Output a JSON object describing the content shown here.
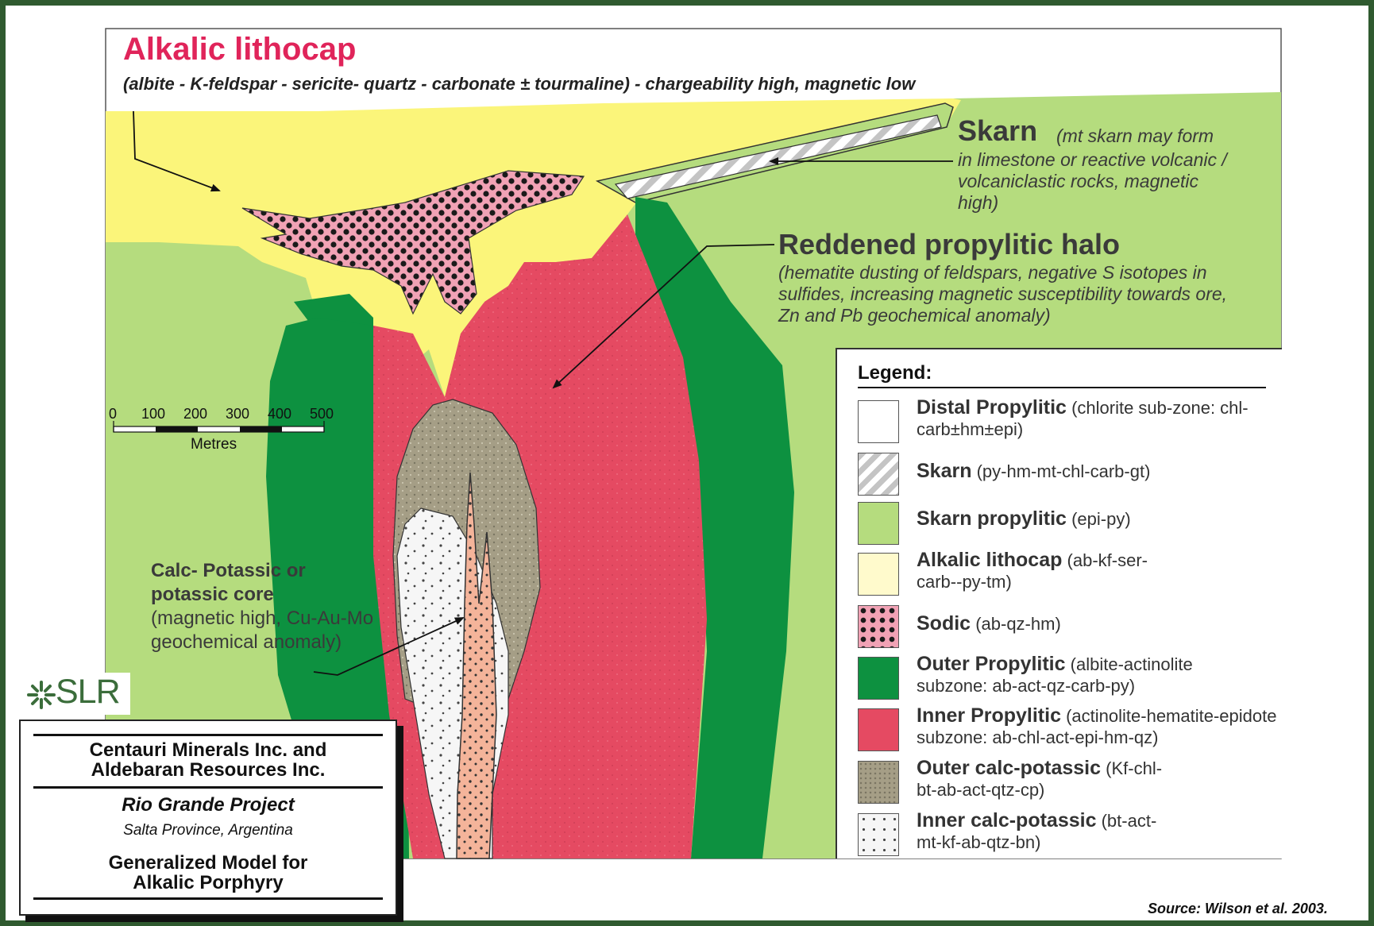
{
  "diagram": {
    "title": "Alkalic lithocap",
    "subtitle": "(albite - K-feldspar - sericite- quartz - carbonate ± tourmaline) - chargeability high, magnetic low",
    "skarn": {
      "title": "Skarn",
      "note_line1": "(mt skarn may form",
      "note_rest": "in limestone or reactive volcanic / volcaniclastic rocks, magnetic high)"
    },
    "halo": {
      "title": "Reddened propylitic halo",
      "note": "(hematite dusting of feldspars, negative S isotopes in sulfides, increasing magnetic susceptibility towards ore, Zn and Pb geochemical anomaly)"
    },
    "core": {
      "title": "Calc- Potassic or potassic core",
      "note": "(magnetic high, Cu-Au-Mo geochemical anomaly)"
    },
    "scale": {
      "ticks": [
        "0",
        "100",
        "200",
        "300",
        "400",
        "500"
      ],
      "unit": "Metres"
    }
  },
  "legend": {
    "title": "Legend:",
    "items": [
      {
        "name": "Distal Propylitic",
        "desc": "(chlorite sub-zone: chl-carb±hm±epi)",
        "swatch": "white"
      },
      {
        "name": "Skarn",
        "desc": "(py-hm-mt-chl-carb-gt)",
        "swatch": "hatch"
      },
      {
        "name": "Skarn propylitic",
        "desc": "(epi-py)",
        "swatch": "#b5dc7e"
      },
      {
        "name": "Alkalic lithocap",
        "desc": "(ab-kf-ser-carb--py-tm)",
        "swatch": "#fffacc"
      },
      {
        "name": "Sodic",
        "desc": "(ab-qz-hm)",
        "swatch": "sodic"
      },
      {
        "name": "Outer Propylitic",
        "desc": "(albite-actinolite subzone: ab-act-qz-carb-py)",
        "swatch": "#0d9140"
      },
      {
        "name": "Inner Propylitic",
        "desc": "(actinolite-hematite-epidote subzone: ab-chl-act-epi-hm-qz)",
        "swatch": "#e54a62"
      },
      {
        "name": "Outer calc-potassic",
        "desc": "(Kf-chl-bt-ab-act-qtz-cp)",
        "swatch": "#a59e86"
      },
      {
        "name": "Inner calc-potassic",
        "desc": "(bt-act-mt-kf-ab-qtz-bn)",
        "swatch": "dots"
      }
    ]
  },
  "logo": {
    "text": "SLR"
  },
  "titlebox": {
    "company": "Centauri Minerals Inc. and Aldebaran Resources Inc.",
    "project": "Rio Grande Project",
    "location": "Salta Province, Argentina",
    "figure_title": "Generalized Model for Alkalic Porphyry"
  },
  "source": "Source:  Wilson et al. 2003.",
  "colors": {
    "frame": "#2f5a2f",
    "title": "#e0245a",
    "yellow": "#fbf57a",
    "light_green": "#b5dc7e",
    "dark_green": "#0d9140",
    "red": "#e54a62",
    "gray_brown": "#a59e86",
    "salmon": "#f4b49a"
  }
}
